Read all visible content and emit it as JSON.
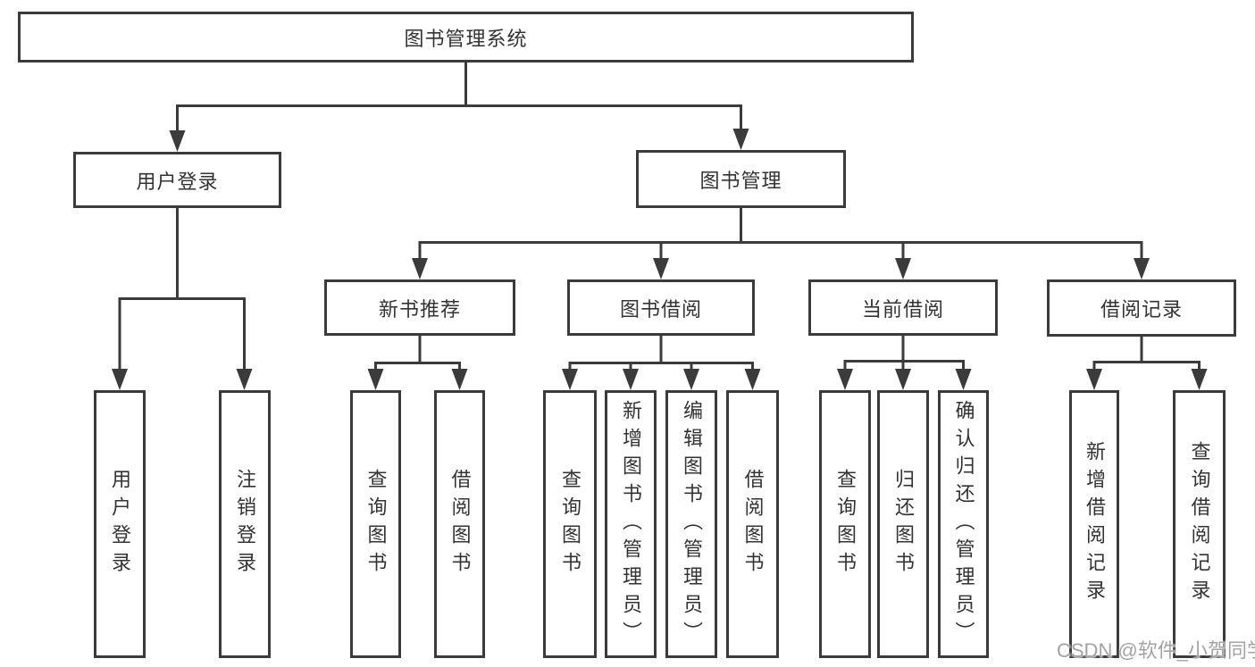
{
  "diagram": {
    "title": "图书管理系统",
    "watermark": "CSDN @软件_小贺同学",
    "colors": {
      "line": "#3b3b3b",
      "box_border": "#3b3b3b",
      "box_background": "#ffffff",
      "text": "#333333",
      "watermark_text": "#a3a3a3"
    },
    "nodes": {
      "root": {
        "label": "图书管理系统"
      },
      "user_login": {
        "label": "用户登录"
      },
      "book_management": {
        "label": "图书管理"
      },
      "login": {
        "label": "用户登录"
      },
      "logout": {
        "label": "注销登录"
      },
      "new_book_recommend": {
        "label": "新书推荐"
      },
      "book_borrowing": {
        "label": "图书借阅"
      },
      "current_borrowing": {
        "label": "当前借阅"
      },
      "borrowing_records": {
        "label": "借阅记录"
      },
      "nbr_query_books": {
        "label": "查询图书"
      },
      "nbr_borrow_books": {
        "label": "借阅图书"
      },
      "bb_query_books": {
        "label": "查询图书"
      },
      "bb_add_books": {
        "label": "新增图书（管理员）"
      },
      "bb_edit_books": {
        "label": "编辑图书（管理员）"
      },
      "bb_borrow_books": {
        "label": "借阅图书"
      },
      "cb_query_books": {
        "label": "查询图书"
      },
      "cb_return_books": {
        "label": "归还图书"
      },
      "cb_confirm_return": {
        "label": "确认归还（管理员）"
      },
      "br_add_record": {
        "label": "新增借阅记录"
      },
      "br_query_record": {
        "label": "查询借阅记录"
      }
    },
    "hierarchy": {
      "图书管理系统": [
        "用户登录",
        "图书管理"
      ],
      "用户登录": [
        "用户登录",
        "注销登录"
      ],
      "图书管理": [
        "新书推荐",
        "图书借阅",
        "当前借阅",
        "借阅记录"
      ],
      "新书推荐": [
        "查询图书",
        "借阅图书"
      ],
      "图书借阅": [
        "查询图书",
        "新增图书（管理员）",
        "编辑图书（管理员）",
        "借阅图书"
      ],
      "当前借阅": [
        "查询图书",
        "归还图书",
        "确认归还（管理员）"
      ],
      "借阅记录": [
        "新增借阅记录",
        "查询借阅记录"
      ]
    }
  }
}
